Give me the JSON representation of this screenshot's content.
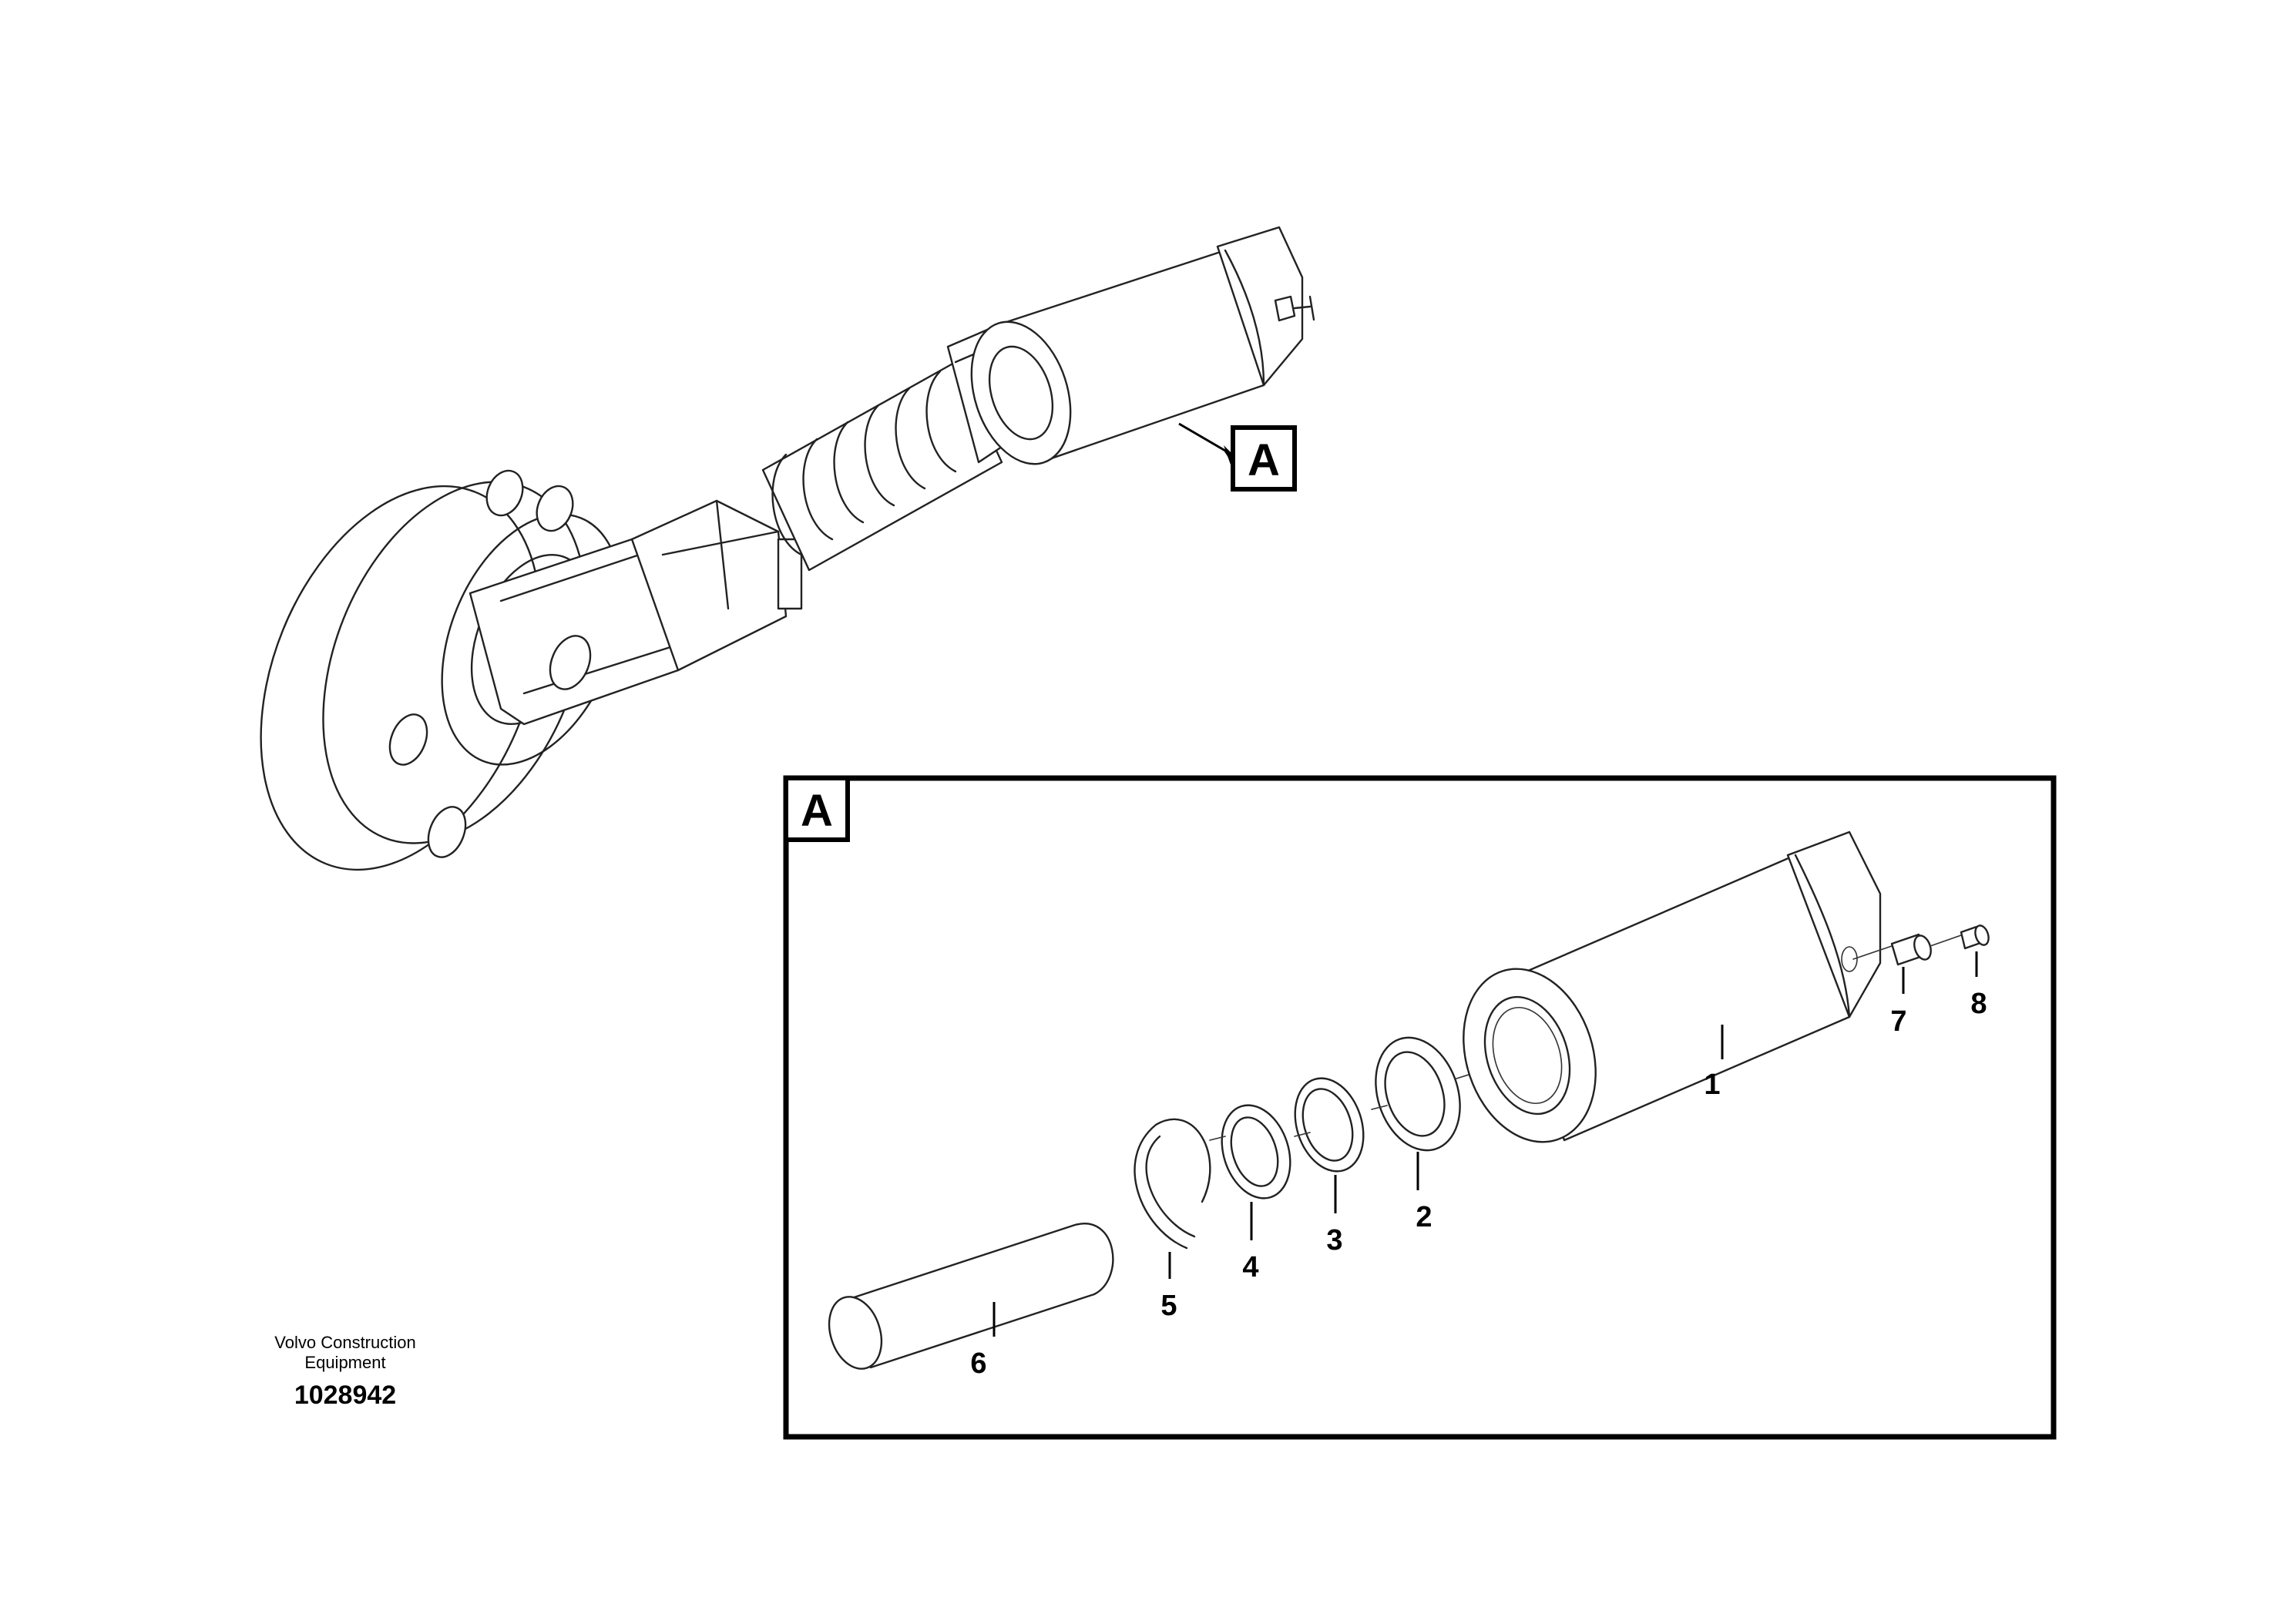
{
  "callout_label": "A",
  "detail_label": "A",
  "part_numbers": [
    "1",
    "2",
    "3",
    "4",
    "5",
    "6",
    "7",
    "8"
  ],
  "publisher": {
    "line1": "Volvo Construction",
    "line2": "Equipment"
  },
  "drawing_id": "1028942"
}
